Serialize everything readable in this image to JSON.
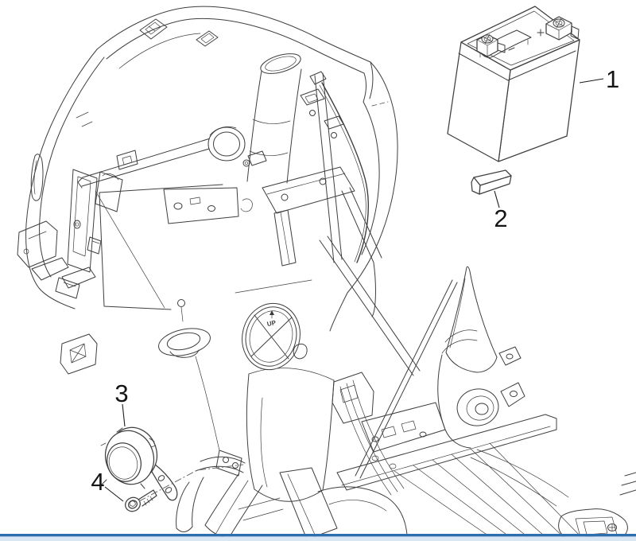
{
  "diagram": {
    "background_color": "#ffffff",
    "artwork_line_color": "#3f3f3f",
    "guide_line_color": "#6a6a6a",
    "callouts": [
      {
        "number": "1"
      },
      {
        "number": "2"
      },
      {
        "number": "3"
      },
      {
        "number": "4"
      }
    ],
    "cap_marking": {
      "label": "UP"
    },
    "footer_bar": {
      "line_color": "#2d6eae",
      "fill_color": "#d9e7f5"
    }
  }
}
